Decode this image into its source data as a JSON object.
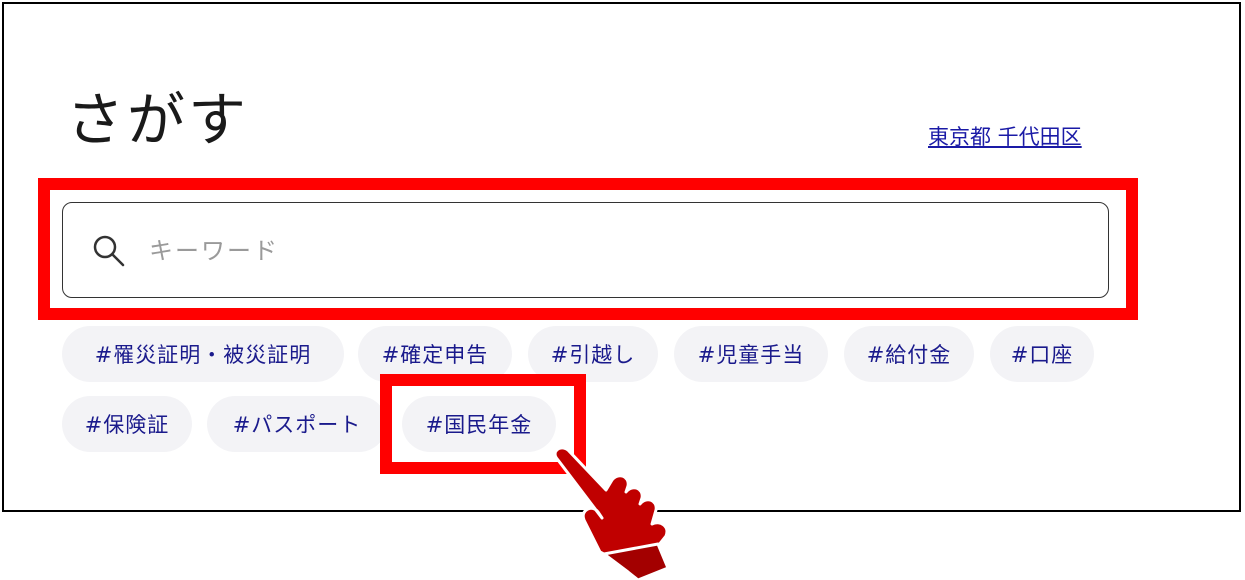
{
  "header": {
    "title": "さがす",
    "area_link": "東京都 千代田区"
  },
  "search": {
    "placeholder": "キーワード",
    "value": ""
  },
  "tags": [
    "#罹災証明・被災証明",
    "#確定申告",
    "#引越し",
    "#児童手当",
    "#給付金",
    "#口座",
    "#保険証",
    "#パスポート",
    "#国民年金"
  ],
  "annotations": {
    "highlight_color": "#ff0000",
    "pointer_color": "#c00000",
    "pointer_icon": "hand-pointer-icon"
  }
}
